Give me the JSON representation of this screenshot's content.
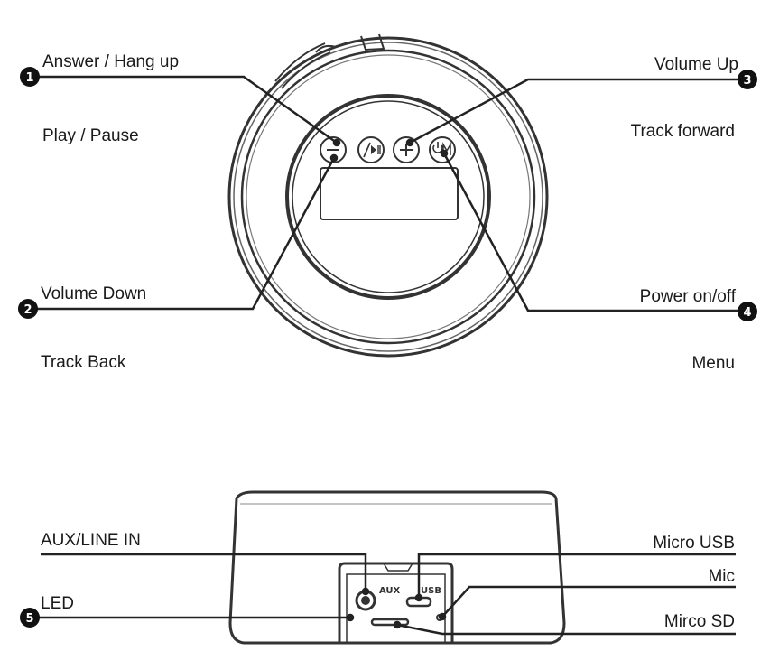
{
  "top_labels": {
    "answer": "Answer / Hang up",
    "play": "Play / Pause",
    "vol_down": "Volume Down",
    "track_back": "Track Back",
    "vol_up": "Volume Up",
    "track_forward": "Track forward",
    "power": "Power on/off",
    "menu": "Menu"
  },
  "bottom_labels": {
    "aux_line_in": "AUX/LINE IN",
    "led": "LED",
    "micro_usb": "Micro USB",
    "mic": "Mic",
    "micro_sd": "Mirco SD"
  },
  "port_marks": {
    "aux": "AUX",
    "usb": "USB"
  },
  "badges": [
    "1",
    "2",
    "3",
    "4",
    "5"
  ]
}
